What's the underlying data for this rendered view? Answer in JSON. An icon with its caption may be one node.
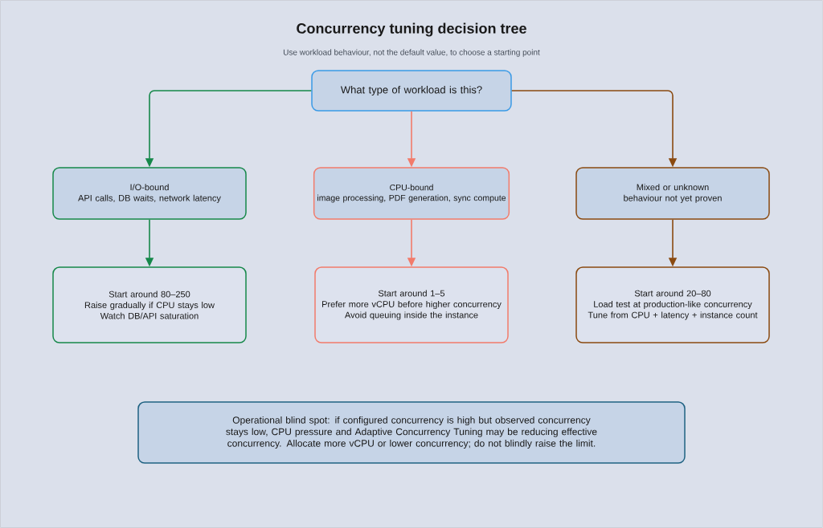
{
  "diagram": {
    "title": "Concurrency tuning decision tree",
    "caption": "Use workload behaviour, not the default value, to choose a starting point",
    "nodes": [
      {
        "text": [
          "What type of workload is this?"
        ]
      },
      {
        "text": [
          "I/O-bound",
          "API calls, DB waits, network latency"
        ]
      },
      {
        "text": [
          "CPU-bound",
          "image processing, PDF generation, sync compute"
        ]
      },
      {
        "text": [
          "Mixed or unknown",
          "behaviour not yet proven"
        ]
      },
      {
        "text": [
          "Start around 80–250",
          "Raise gradually if CPU stays low",
          "Watch DB/API saturation"
        ]
      },
      {
        "text": [
          "Start around 1–5",
          "Prefer more vCPU before higher concurrency",
          "Avoid queuing inside the instance"
        ]
      },
      {
        "text": [
          "Start around 20–80",
          "Load test at production-like concurrency",
          "Tune from CPU + latency + instance count"
        ]
      },
      {
        "text": [
          "Operational blind spot: if configured concurrency is high but observed concurrency stays low, CPU pressure and Adaptive Concurrency Tuning may be reducing effective concurrency. Allocate more vCPU or lower concurrency; do not blindly raise the limit."
        ]
      }
    ],
    "edges": [
      {
        "from": 0,
        "to": 1,
        "arrow": "to",
        "color": "#16884a"
      },
      {
        "from": 0,
        "to": 2,
        "arrow": "to",
        "color": "#f27b6b"
      },
      {
        "from": 0,
        "to": 3,
        "arrow": "to",
        "color": "#8a4a10"
      },
      {
        "from": 1,
        "to": 4,
        "arrow": "to",
        "color": "#16884a"
      },
      {
        "from": 2,
        "to": 5,
        "arrow": "to",
        "color": "#f27b6b"
      },
      {
        "from": 3,
        "to": 6,
        "arrow": "to",
        "color": "#8a4a10"
      }
    ]
  }
}
